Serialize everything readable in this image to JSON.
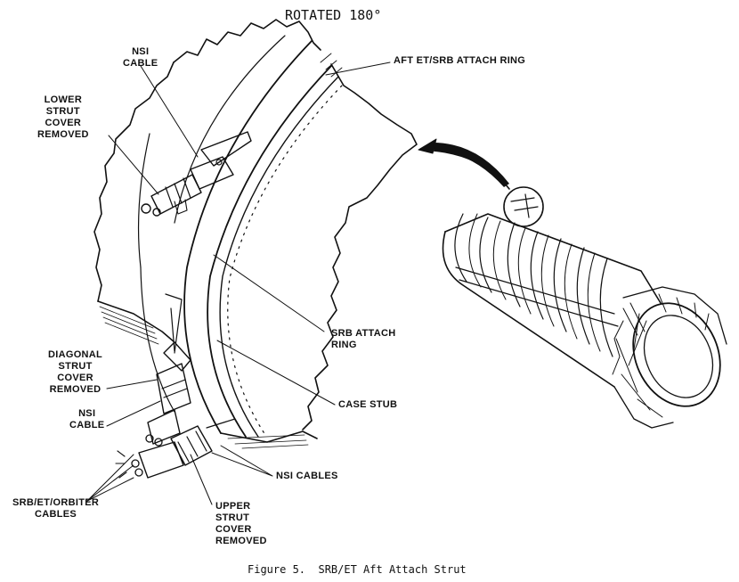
{
  "header": {
    "title": "ROTATED 180°"
  },
  "caption": "Figure 5.  SRB/ET Aft Attach Strut",
  "labels": {
    "nsi_cable_top": [
      "NSI",
      "CABLE"
    ],
    "lower_strut_cover": [
      "LOWER",
      "STRUT",
      "COVER",
      "REMOVED"
    ],
    "aft_attach_ring": [
      "AFT ET/SRB ATTACH RING"
    ],
    "srb_attach_ring": [
      "SRB ATTACH",
      "RING"
    ],
    "case_stub": [
      "CASE STUB"
    ],
    "diagonal_strut_cover": [
      "DIAGONAL",
      "STRUT",
      "COVER",
      "REMOVED"
    ],
    "nsi_cable_lower": [
      "NSI",
      "CABLE"
    ],
    "nsi_cables": [
      "NSI CABLES"
    ],
    "srb_et_orbiter_cables": [
      "SRB/ET/ORBITER",
      "CABLES"
    ],
    "upper_strut_cover": [
      "UPPER",
      "STRUT",
      "COVER",
      "REMOVED"
    ]
  },
  "colors": {
    "ink": "#111111",
    "background": "#ffffff"
  }
}
